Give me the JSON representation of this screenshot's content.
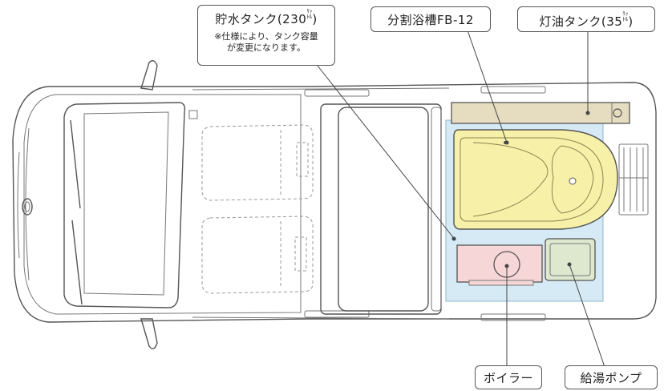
{
  "labels": {
    "water_tank": {
      "title": "貯水タンク(230",
      "unit_top": "ﾘｯ",
      "unit_bottom": "ﾄﾙ",
      "close": ")",
      "note_line1": "※仕様により、タンク容量",
      "note_line2": "が変更になります。"
    },
    "bathtub": "分割浴槽FB-12",
    "kerosene_tank": {
      "title": "灯油タンク(35",
      "unit_top": "ﾘｯ",
      "unit_bottom": "ﾄﾙ",
      "close": ")"
    },
    "boiler": "ボイラー",
    "water_pump": "給湯ポンプ"
  },
  "colors": {
    "outline": "#555555",
    "bathtub_fill": "#f7f0a8",
    "kerosene_fill": "#e6dcbf",
    "water_area_fill": "#d6eaf5",
    "boiler_fill": "#f6d6d6",
    "pump_fill": "#dde8cf",
    "seat_fill": "#eeeeee"
  }
}
